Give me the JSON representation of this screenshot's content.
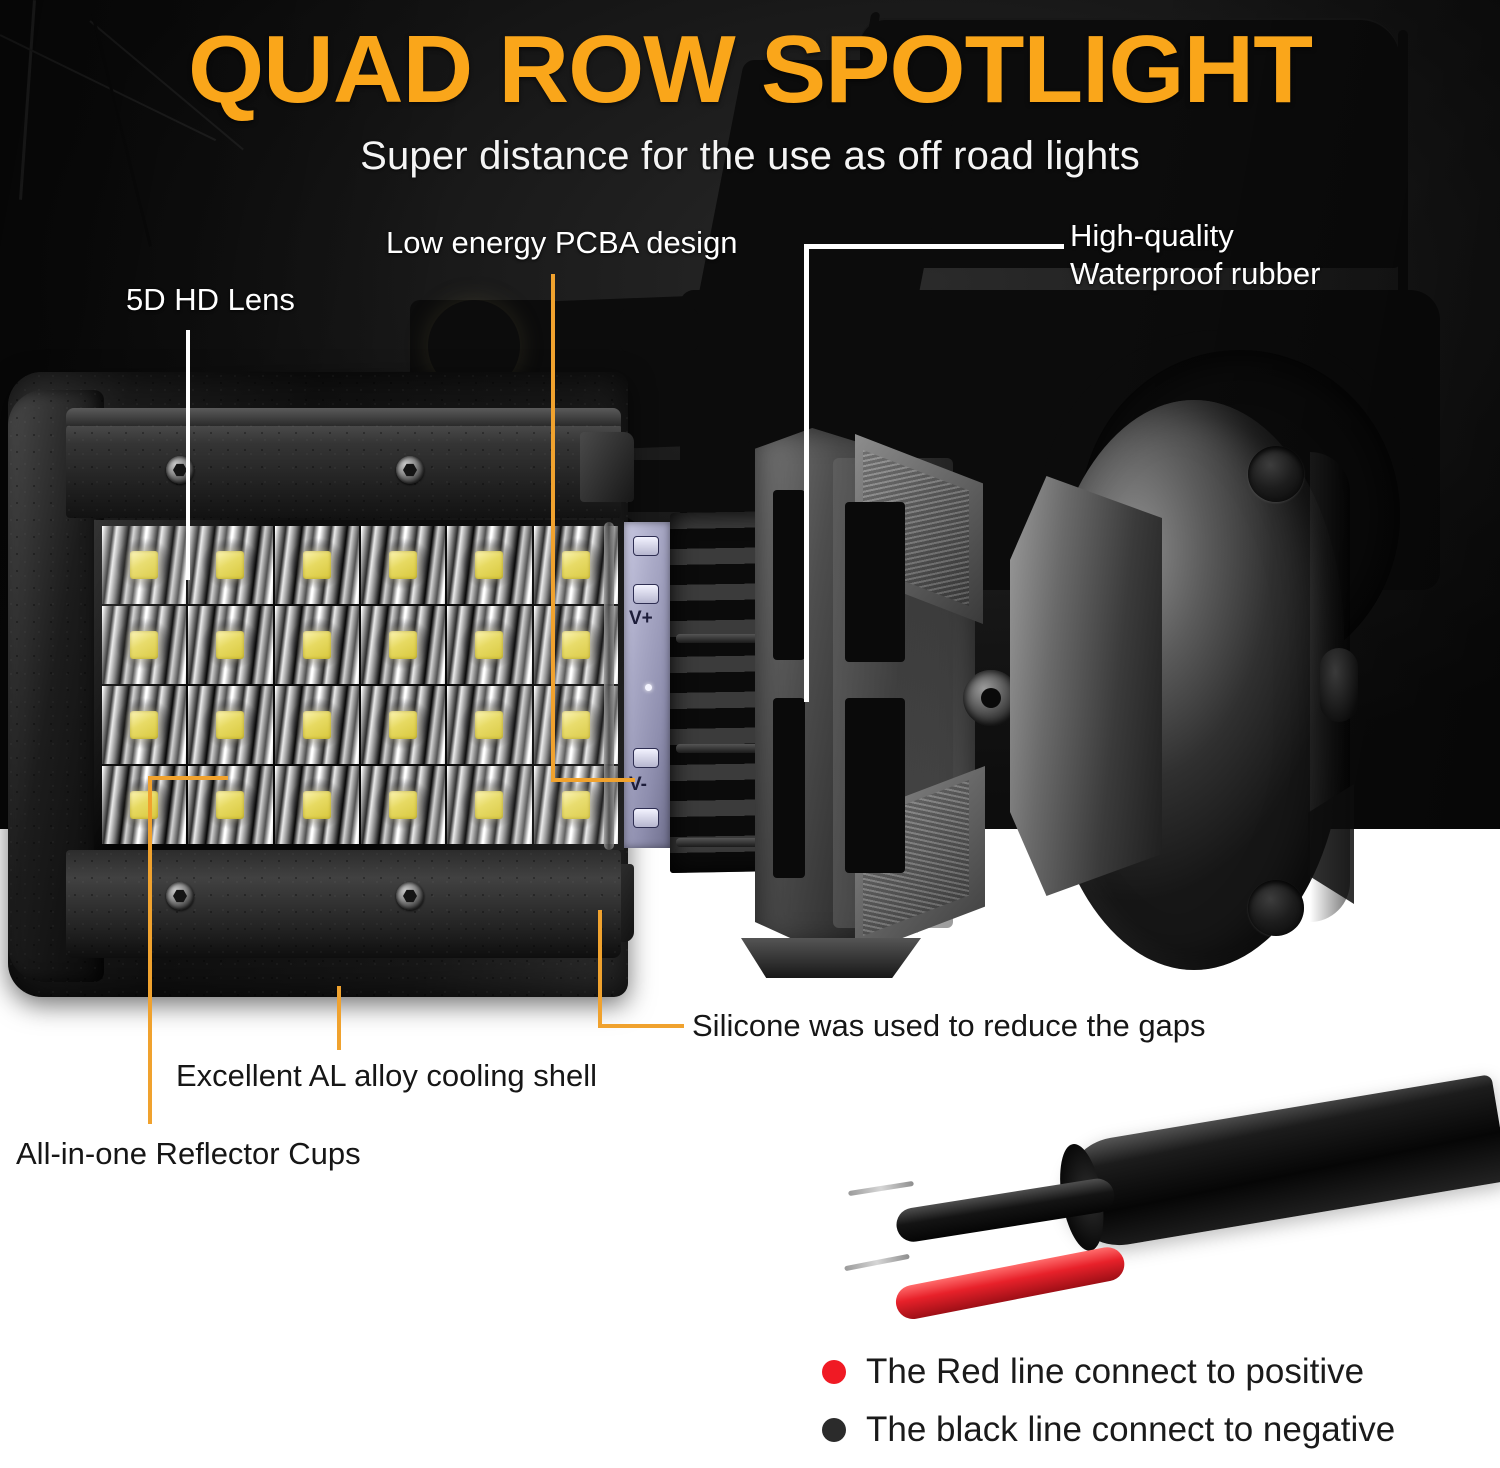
{
  "header": {
    "title": "QUAD ROW SPOTLIGHT",
    "subtitle": "Super distance for the use as off road lights"
  },
  "colors": {
    "title_orange": "#FAA61A",
    "callout_orange": "#F0A22E",
    "callout_white": "#FFFFFF",
    "dark_bg": "#1C1C1C",
    "light_bg": "#FFFFFF",
    "wire_red": "#E8212A",
    "wire_black": "#141414"
  },
  "callouts": [
    {
      "id": "lens",
      "label": "5D HD Lens",
      "line_color": "white"
    },
    {
      "id": "pcba",
      "label": "Low energy PCBA design",
      "line_color": "orange"
    },
    {
      "id": "rubber",
      "label_line1": "High-quality",
      "label_line2": "Waterproof rubber",
      "line_color": "white"
    },
    {
      "id": "silicone",
      "label": "Silicone was used to reduce the gaps",
      "line_color": "orange"
    },
    {
      "id": "shell",
      "label": "Excellent AL alloy cooling shell",
      "line_color": "orange"
    },
    {
      "id": "reflector",
      "label": "All-in-one Reflector Cups",
      "line_color": "orange"
    }
  ],
  "pcb": {
    "positive_label": "V+",
    "negative_label": "V-"
  },
  "led_grid": {
    "rows": 4,
    "columns": 6,
    "total": 24
  },
  "legend": [
    {
      "dot_color": "#F01A24",
      "text": "The Red line connect to positive"
    },
    {
      "dot_color": "#2B2B2B",
      "text": "The black line connect to negative"
    }
  ]
}
